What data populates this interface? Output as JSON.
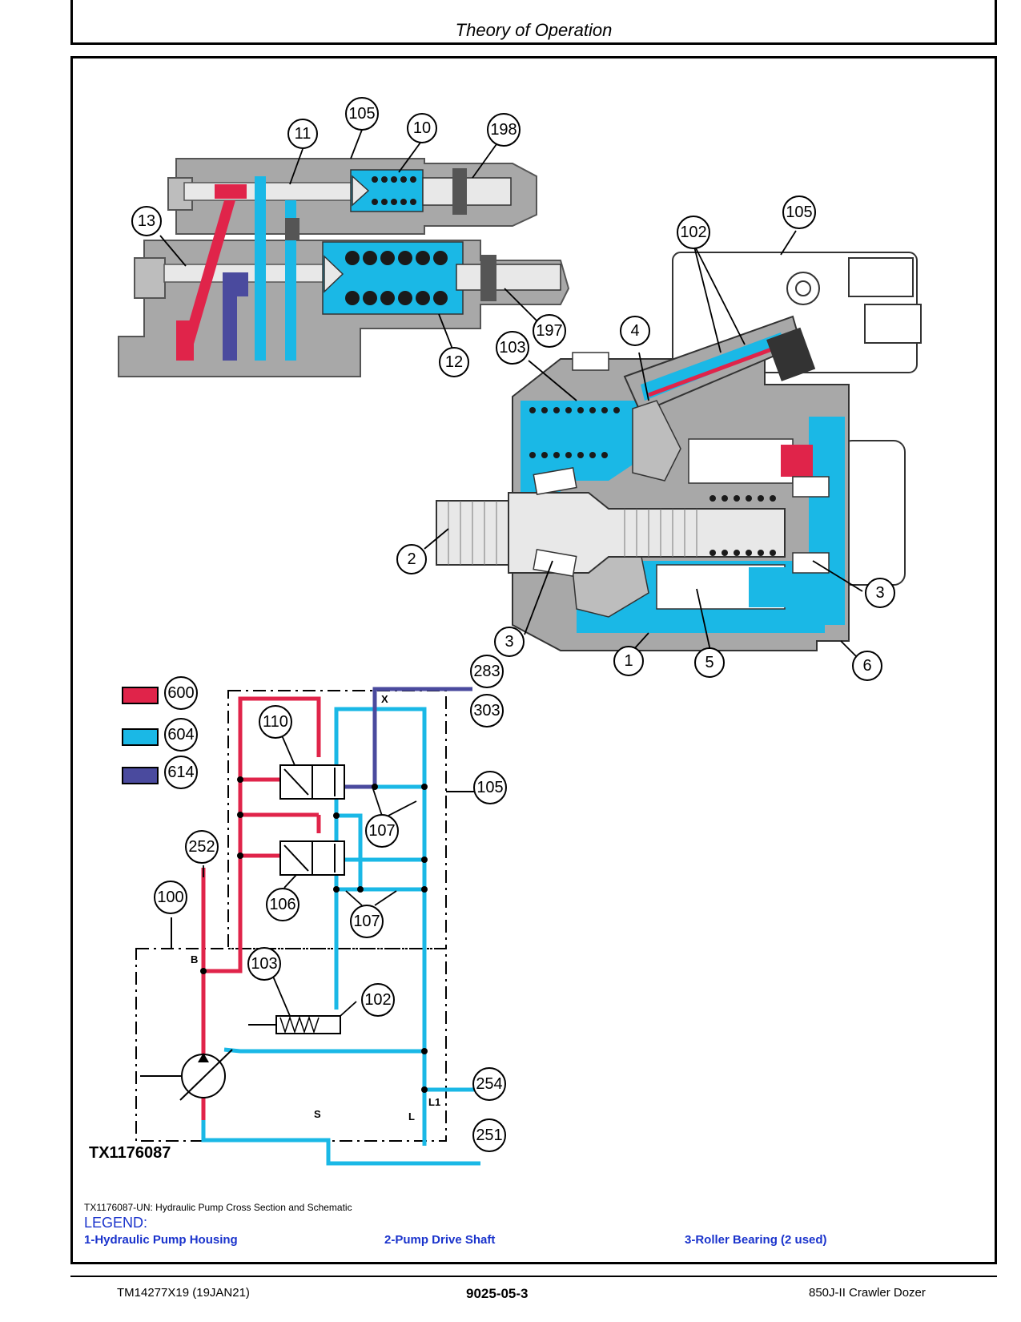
{
  "header": {
    "title": "Theory of Operation"
  },
  "figure": {
    "id": "TX1176087",
    "caption": "TX1176087-UN: Hydraulic Pump Cross Section and Schematic",
    "callouts": {
      "c105a": "105",
      "c11": "11",
      "c10": "10",
      "c198": "198",
      "c13": "13",
      "c197": "197",
      "c12": "12",
      "c102a": "102",
      "c105b": "105",
      "c103a": "103",
      "c4": "4",
      "c2": "2",
      "c3a": "3",
      "c3b": "3",
      "c1": "1",
      "c5": "5",
      "c6": "6",
      "c283": "283",
      "c303": "303",
      "c600": "600",
      "c604": "604",
      "c614": "614",
      "c110": "110",
      "c105c": "105",
      "c107a": "107",
      "c252": "252",
      "c106": "106",
      "c100": "100",
      "c107b": "107",
      "c103b": "103",
      "c102b": "102",
      "c254": "254",
      "c251": "251"
    },
    "ports": {
      "x": "X",
      "b": "B",
      "s": "S",
      "l": "L",
      "l1": "L1"
    },
    "colors": {
      "pressure": "#e0244a",
      "return": "#1ab8e6",
      "pilot": "#4a4a9e",
      "housing": "#a8a8a8"
    }
  },
  "legend": {
    "title": "LEGEND:",
    "items": [
      "1-Hydraulic Pump Housing",
      "2-Pump Drive Shaft",
      "3-Roller Bearing (2 used)"
    ]
  },
  "footer": {
    "left": "TM14277X19 (19JAN21)",
    "center": "9025-05-3",
    "right": "850J-II Crawler Dozer"
  }
}
